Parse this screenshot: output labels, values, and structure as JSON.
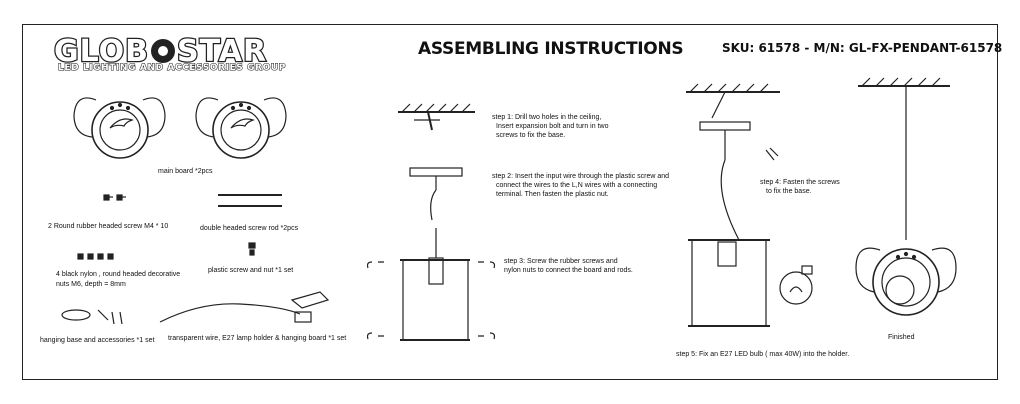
{
  "header": {
    "brand": "GLOB",
    "brand_tail": "STAR",
    "tagline": "LED LIGHTING AND ACCESSORIES GROUP",
    "title": "ASSEMBLING INSTRUCTIONS",
    "sku": "SKU: 61578 - M/N: GL-FX-PENDANT-61578"
  },
  "parts": {
    "main_board": "main board *2pcs",
    "screw_m4": "2 Round rubber headed  screw M4 * 10",
    "screw_rod": "double headed screw rod *2pcs",
    "nylon_nuts_line1": "4 black nylon , round headed decorative",
    "nylon_nuts_line2": "nuts M6, depth = 8mm",
    "plastic_screw": "plastic screw and nut  *1 set",
    "hanging_base": "hanging base and accessories *1 set",
    "wire_holder": "transparent wire, E27 lamp holder & hanging board *1 set"
  },
  "steps": {
    "step1_line1": "step 1:  Drill two holes in the ceiling,",
    "step1_line2": "Insert expansion bolt and turn in two",
    "step1_line3": "screws to fix the base.",
    "step2_line1": "step 2:  Insert the input wire through the plastic screw  and",
    "step2_line2": "connect the wires to the L,N wires with a connecting",
    "step2_line3": "terminal. Then fasten the plastic nut.",
    "step3_line1": "step 3:   Screw the  rubber screws and",
    "step3_line2": "nylon nuts  to connect the board and rods.",
    "step4_line1": "step 4:  Fasten the screws",
    "step4_line2": "to fix the base.",
    "step5": "step 5: Fix an E27 LED bulb ( max 40W)   into the holder.",
    "finished": "Finished"
  }
}
